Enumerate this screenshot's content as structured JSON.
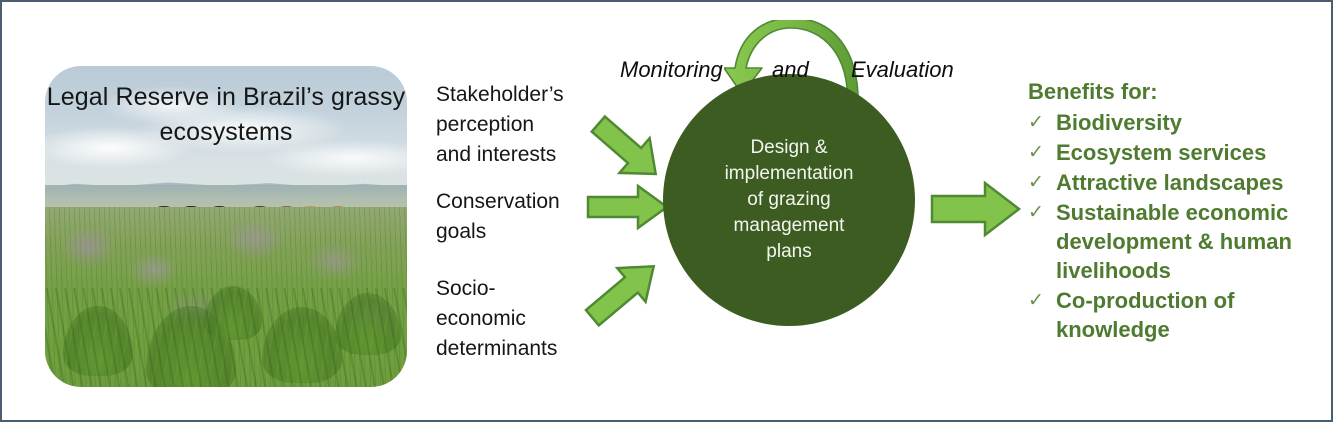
{
  "figure": {
    "border_color": "#4a5e72",
    "background": "#ffffff"
  },
  "photo": {
    "caption": "Legal Reserve in\nBrazil’s grassy ecosystems",
    "scene_description": "Herd of cattle grazing in a flowering grassland under a cloudy sky"
  },
  "inputs": [
    {
      "label": "Stakeholder’s\nperception\nand interests",
      "arrow": "arrow-diagonal-down-right"
    },
    {
      "label": "Conservation\ngoals",
      "arrow": "arrow-right"
    },
    {
      "label": "Socio-\neconomic\ndeterminants",
      "arrow": "arrow-diagonal-up-right"
    }
  ],
  "center": {
    "label": "Design &\nimplementation\nof grazing\nmanagement\nplans",
    "fill_color": "#3c5c22",
    "text_color": "#f2f6ee"
  },
  "feedback": {
    "words": [
      {
        "text": "Monitoring"
      },
      {
        "text": "and"
      },
      {
        "text": "Evaluation"
      }
    ],
    "arc_arrow": "curved-arc-arrow-left"
  },
  "output": {
    "arrow": "arrow-right-large"
  },
  "benefits": {
    "title": "Benefits for:",
    "check_glyph": "✓",
    "text_color": "#4e7b30",
    "items": [
      "Biodiversity",
      "Ecosystem services",
      "Attractive landscapes",
      "Sustainable economic development & human livelihoods",
      "Co-production of knowledge"
    ]
  },
  "palette": {
    "arrow_fill": "#82c34c",
    "arrow_stroke": "#4f8a33",
    "arc_fill_light": "#8cc751",
    "arc_fill_dark": "#5f9c36",
    "dark_green": "#3c5c22",
    "benefit_green": "#4e7b30"
  }
}
